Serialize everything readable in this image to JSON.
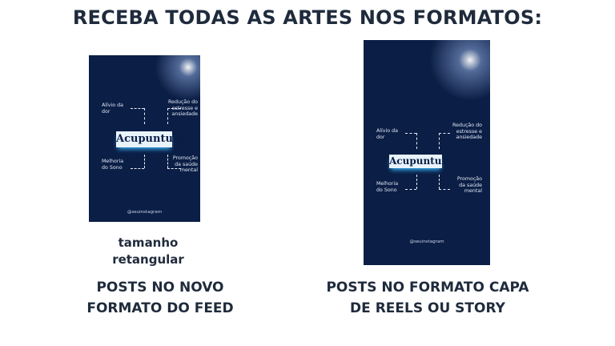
{
  "header": {
    "title": "RECEBA TODAS AS ARTES NOS FORMATOS:"
  },
  "card": {
    "title": "Acupuntura",
    "item1": "Alívio da dor",
    "item2": "Redução do estresse e ansiedade",
    "item3": "Melhoria do Sono",
    "item4": "Promoção da saúde mental",
    "handle": "@seuinstagram"
  },
  "left": {
    "size_note": "tamanho retangular",
    "caption_l1": "POSTS NO NOVO",
    "caption_l2": "FORMATO DO FEED"
  },
  "right": {
    "caption_l1": "POSTS NO FORMATO CAPA",
    "caption_l2": "DE REELS OU STORY"
  },
  "colors": {
    "navy": "#0b1e45",
    "accent": "#38b9ff"
  }
}
